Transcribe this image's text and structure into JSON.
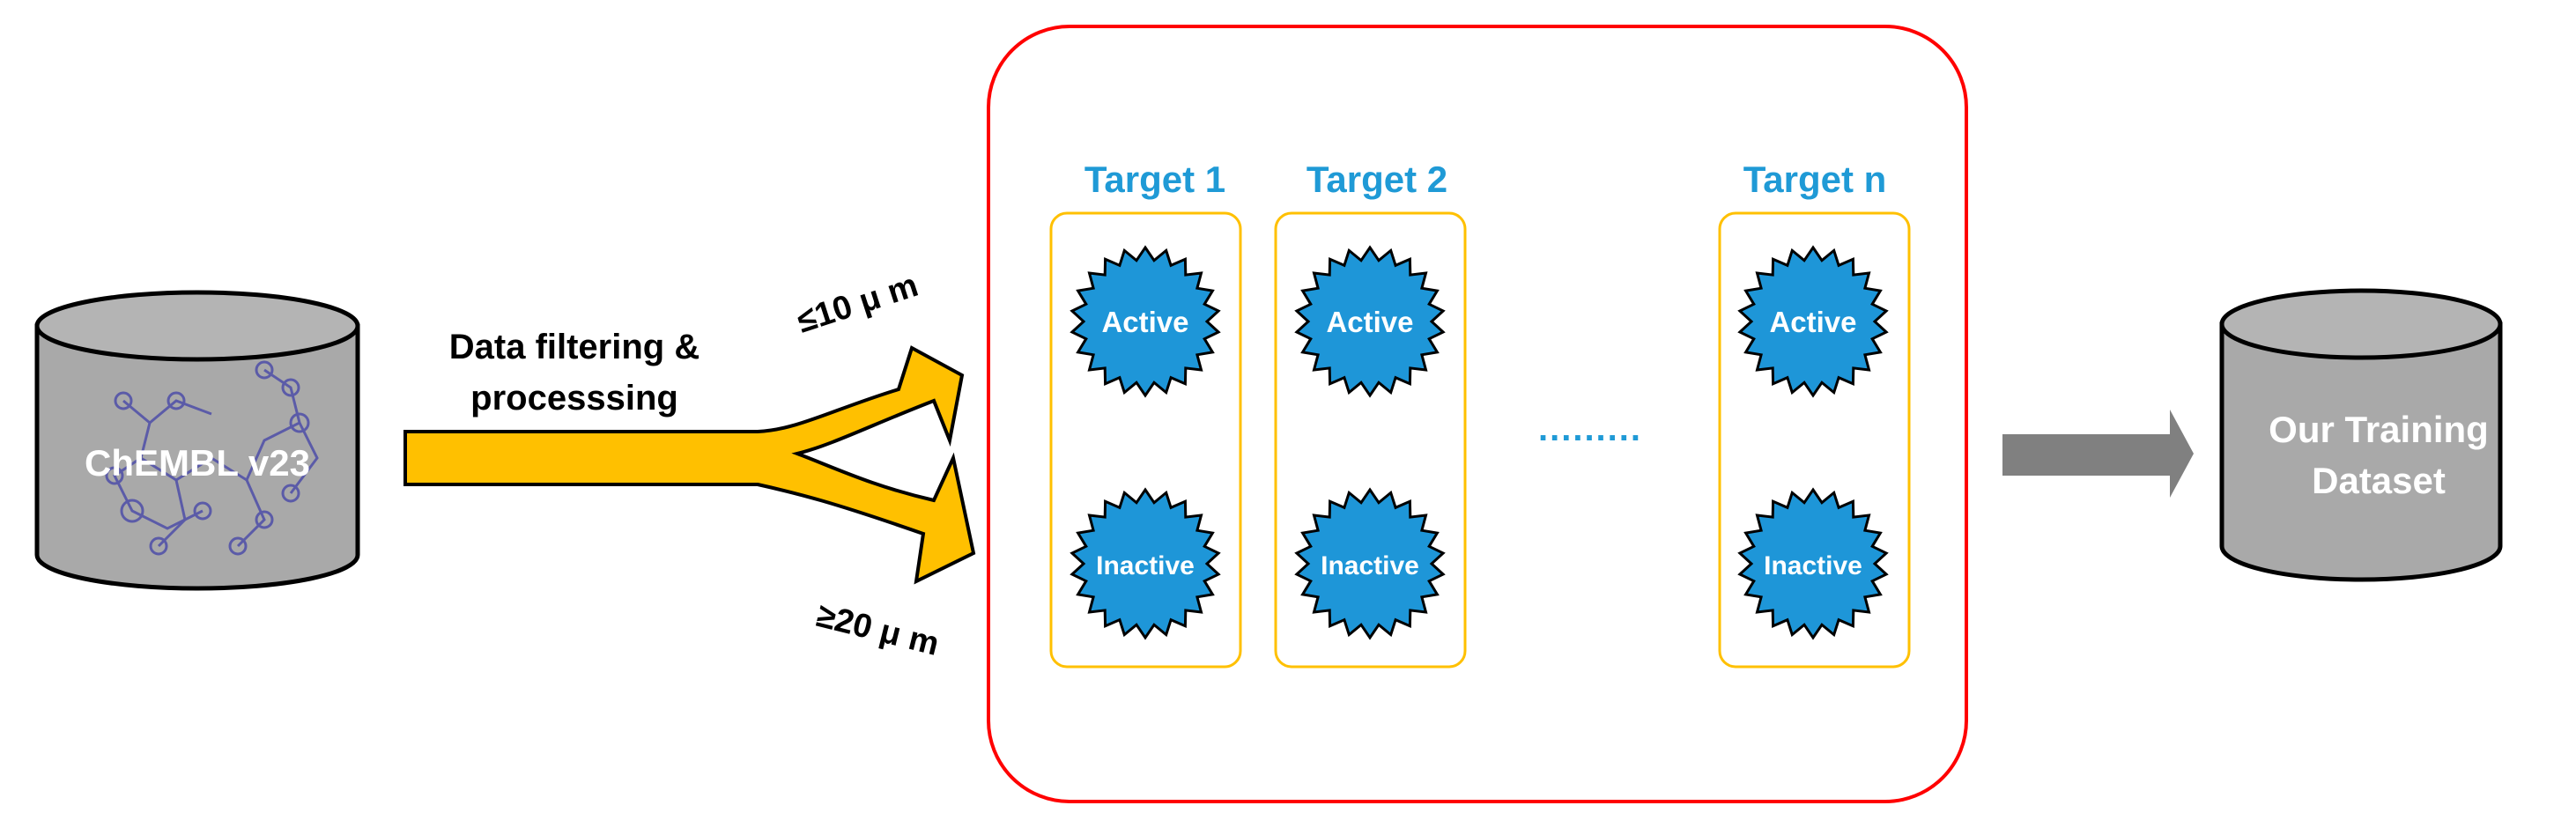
{
  "source_db": {
    "label": "ChEMBL v23"
  },
  "process": {
    "line1": "Data filtering &",
    "line2": "processsing"
  },
  "thresholds": {
    "active": "≤10 μ m",
    "inactive": "≥20 μ m"
  },
  "targets": [
    {
      "title": "Target 1",
      "active": "Active",
      "inactive": "Inactive"
    },
    {
      "title": "Target 2",
      "active": "Active",
      "inactive": "Inactive"
    },
    {
      "title": "Target n",
      "active": "Active",
      "inactive": "Inactive"
    }
  ],
  "ellipsis": ".........",
  "output_db": {
    "line1": "Our Training",
    "line2": "Dataset"
  },
  "colors": {
    "cylinder_fill": "#a9a9a9",
    "cylinder_stroke": "#000000",
    "arrow_yellow": "#ffc000",
    "panel_border": "#ff0000",
    "target_title": "#1f9ad6",
    "target_box": "#ffc000",
    "badge_fill": "#1e96d8",
    "molecule": "#5b5ba8",
    "grey_arrow": "#808080"
  }
}
